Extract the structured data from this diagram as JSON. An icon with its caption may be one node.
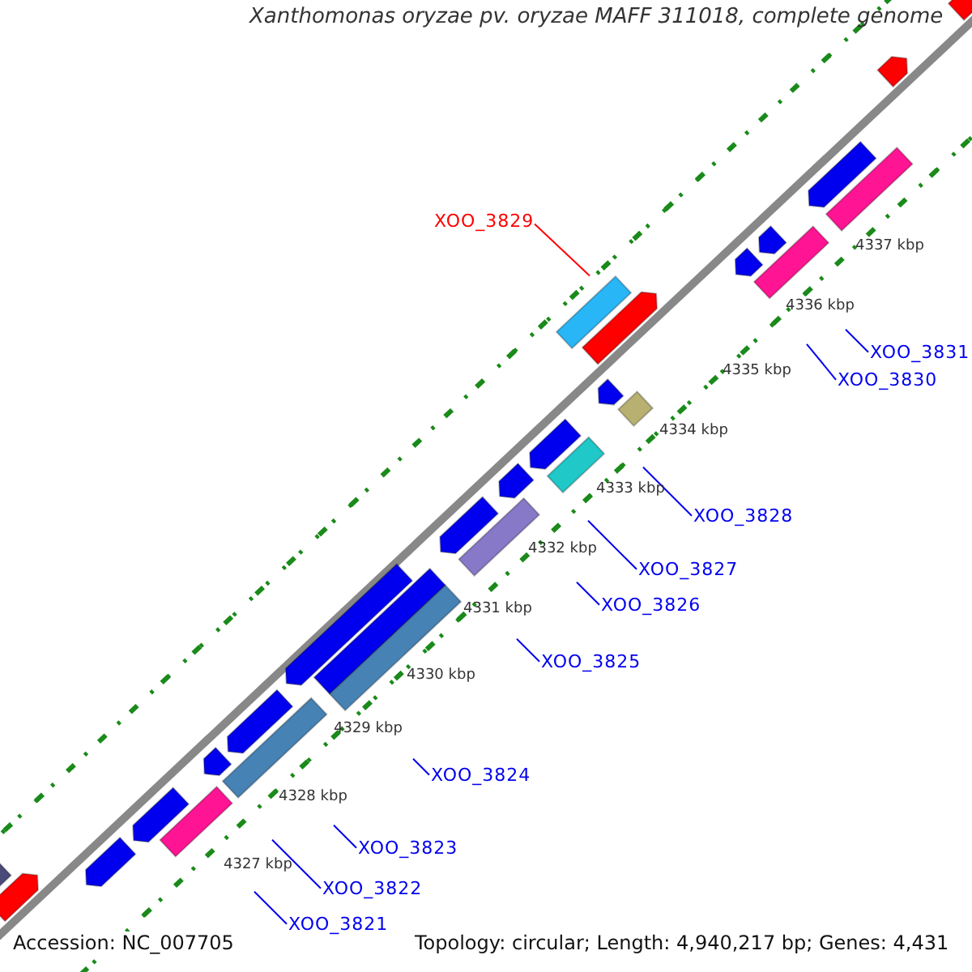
{
  "diagram": {
    "title": "Xanthomonas oryzae pv. oryzae MAFF 311018, complete genome",
    "nodes": [
      {
        "text": [
          "XOO_3829"
        ]
      },
      {
        "text": [
          "XOO_3831"
        ]
      },
      {
        "text": [
          "XOO_3830"
        ]
      },
      {
        "text": [
          "XOO_3828"
        ]
      },
      {
        "text": [
          "XOO_3827"
        ]
      },
      {
        "text": [
          "XOO_3826"
        ]
      },
      {
        "text": [
          "XOO_3825"
        ]
      },
      {
        "text": [
          "XOO_3824"
        ]
      },
      {
        "text": [
          "XOO_3823"
        ]
      },
      {
        "text": [
          "XOO_3822"
        ]
      },
      {
        "text": [
          "XOO_3821"
        ]
      }
    ],
    "edges": [
      {
        "from": 0,
        "to": null,
        "arrow": "none",
        "color": "#ff0000"
      },
      {
        "from": 1,
        "to": null,
        "arrow": "none"
      },
      {
        "from": 2,
        "to": null,
        "arrow": "none"
      },
      {
        "from": 3,
        "to": null,
        "arrow": "none"
      },
      {
        "from": 4,
        "to": null,
        "arrow": "none"
      },
      {
        "from": 5,
        "to": null,
        "arrow": "none"
      },
      {
        "from": 6,
        "to": null,
        "arrow": "none"
      },
      {
        "from": 7,
        "to": null,
        "arrow": "none"
      },
      {
        "from": 8,
        "to": null,
        "arrow": "none"
      },
      {
        "from": 9,
        "to": null,
        "arrow": "none"
      },
      {
        "from": 10,
        "to": null,
        "arrow": "none"
      }
    ],
    "labels": [
      "4337 kbp",
      "4336 kbp",
      "4335 kbp",
      "4334 kbp",
      "4333 kbp",
      "4332 kbp",
      "4331 kbp",
      "4330 kbp",
      "4329 kbp",
      "4328 kbp",
      "4327 kbp",
      "Accession: NC_007705",
      "Topology: circular; Length: 4,940,217 bp; Genes: 4,431"
    ]
  }
}
